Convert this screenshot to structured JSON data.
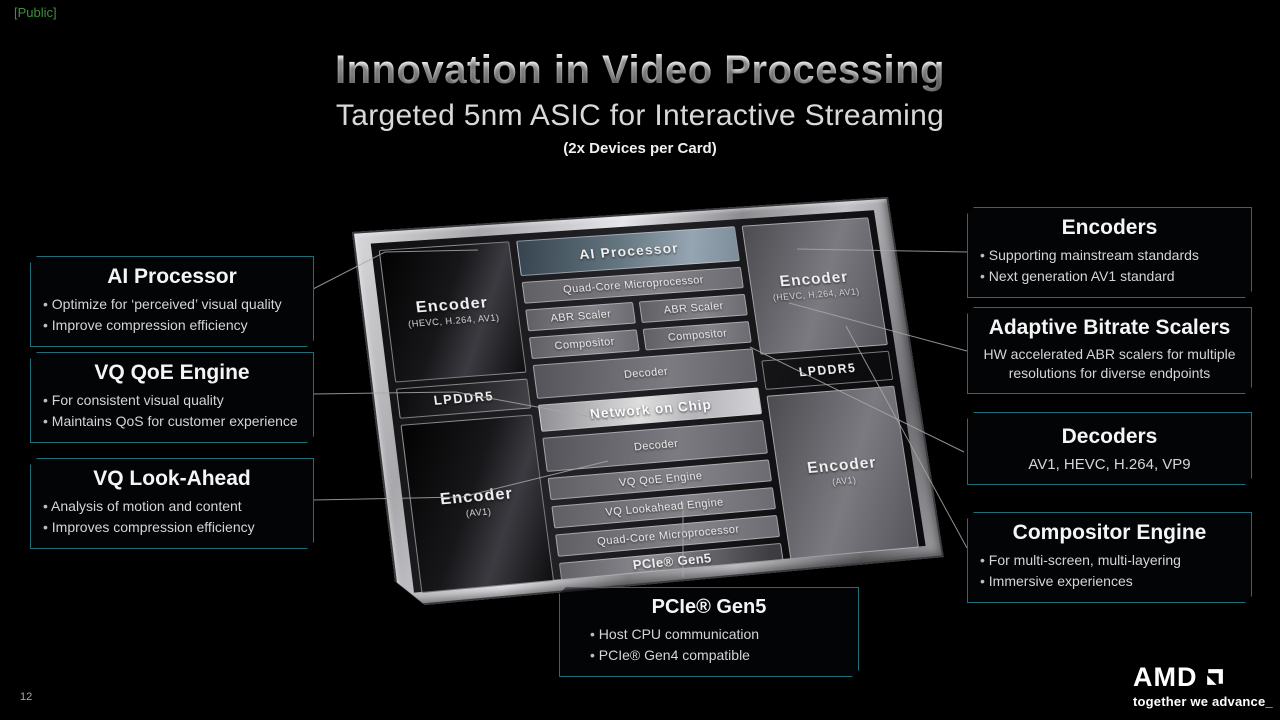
{
  "meta": {
    "classification": "[Public]",
    "slide_number": "12"
  },
  "header": {
    "title": "Innovation in Video Processing",
    "subtitle": "Targeted 5nm ASIC for Interactive Streaming",
    "note": "(2x Devices per Card)"
  },
  "callouts": {
    "ai": {
      "title": "AI Processor",
      "bullets": [
        "Optimize for ‘perceived’ visual quality",
        "Improve compression efficiency"
      ]
    },
    "qoe": {
      "title": "VQ QoE Engine",
      "bullets": [
        "For consistent visual quality",
        "Maintains QoS for customer experience"
      ]
    },
    "lookahead": {
      "title": "VQ Look-Ahead",
      "bullets": [
        "Analysis of motion and content",
        "Improves compression efficiency"
      ]
    },
    "encoders": {
      "title": "Encoders",
      "bullets": [
        "Supporting mainstream standards",
        "Next generation AV1 standard"
      ]
    },
    "abr": {
      "title": "Adaptive Bitrate Scalers",
      "text": "HW accelerated ABR scalers for multiple resolutions for diverse endpoints"
    },
    "decoders": {
      "title": "Decoders",
      "text": "AV1, HEVC, H.264, VP9"
    },
    "compositor": {
      "title": "Compositor Engine",
      "bullets": [
        "For multi-screen, multi-layering",
        "Immersive experiences"
      ]
    },
    "pcie": {
      "title": "PCIe® Gen5",
      "bullets": [
        "Host CPU communication",
        "PCIe® Gen4 compatible"
      ]
    }
  },
  "chip": {
    "encoder_top_left": {
      "label": "Encoder",
      "sub": "(HEVC, H.264, AV1)"
    },
    "encoder_top_right": {
      "label": "Encoder",
      "sub": "(HEVC, H.264, AV1)"
    },
    "encoder_bottom_left": {
      "label": "Encoder",
      "sub": "(AV1)"
    },
    "encoder_bottom_right": {
      "label": "Encoder",
      "sub": "(AV1)"
    },
    "ai_processor": "AI Processor",
    "quad_core_top": "Quad-Core Microprocessor",
    "abr_scaler_1": "ABR Scaler",
    "abr_scaler_2": "ABR Scaler",
    "compositor_1": "Compositor",
    "compositor_2": "Compositor",
    "decoder_top": "Decoder",
    "lpddr5_left": "LPDDR5",
    "lpddr5_right": "LPDDR5",
    "noc": "Network on Chip",
    "decoder_bottom": "Decoder",
    "vq_qoe": "VQ QoE Engine",
    "vq_lookahead": "VQ Lookahead Engine",
    "quad_core_bottom": "Quad-Core Microprocessor",
    "pcie": "PCIe® Gen5"
  },
  "footer": {
    "logo": "AMD",
    "tagline": "together we advance_"
  },
  "colors": {
    "accent_teal": "#1e6f7e",
    "public_green": "#3c8f3c",
    "background": "#000000"
  }
}
